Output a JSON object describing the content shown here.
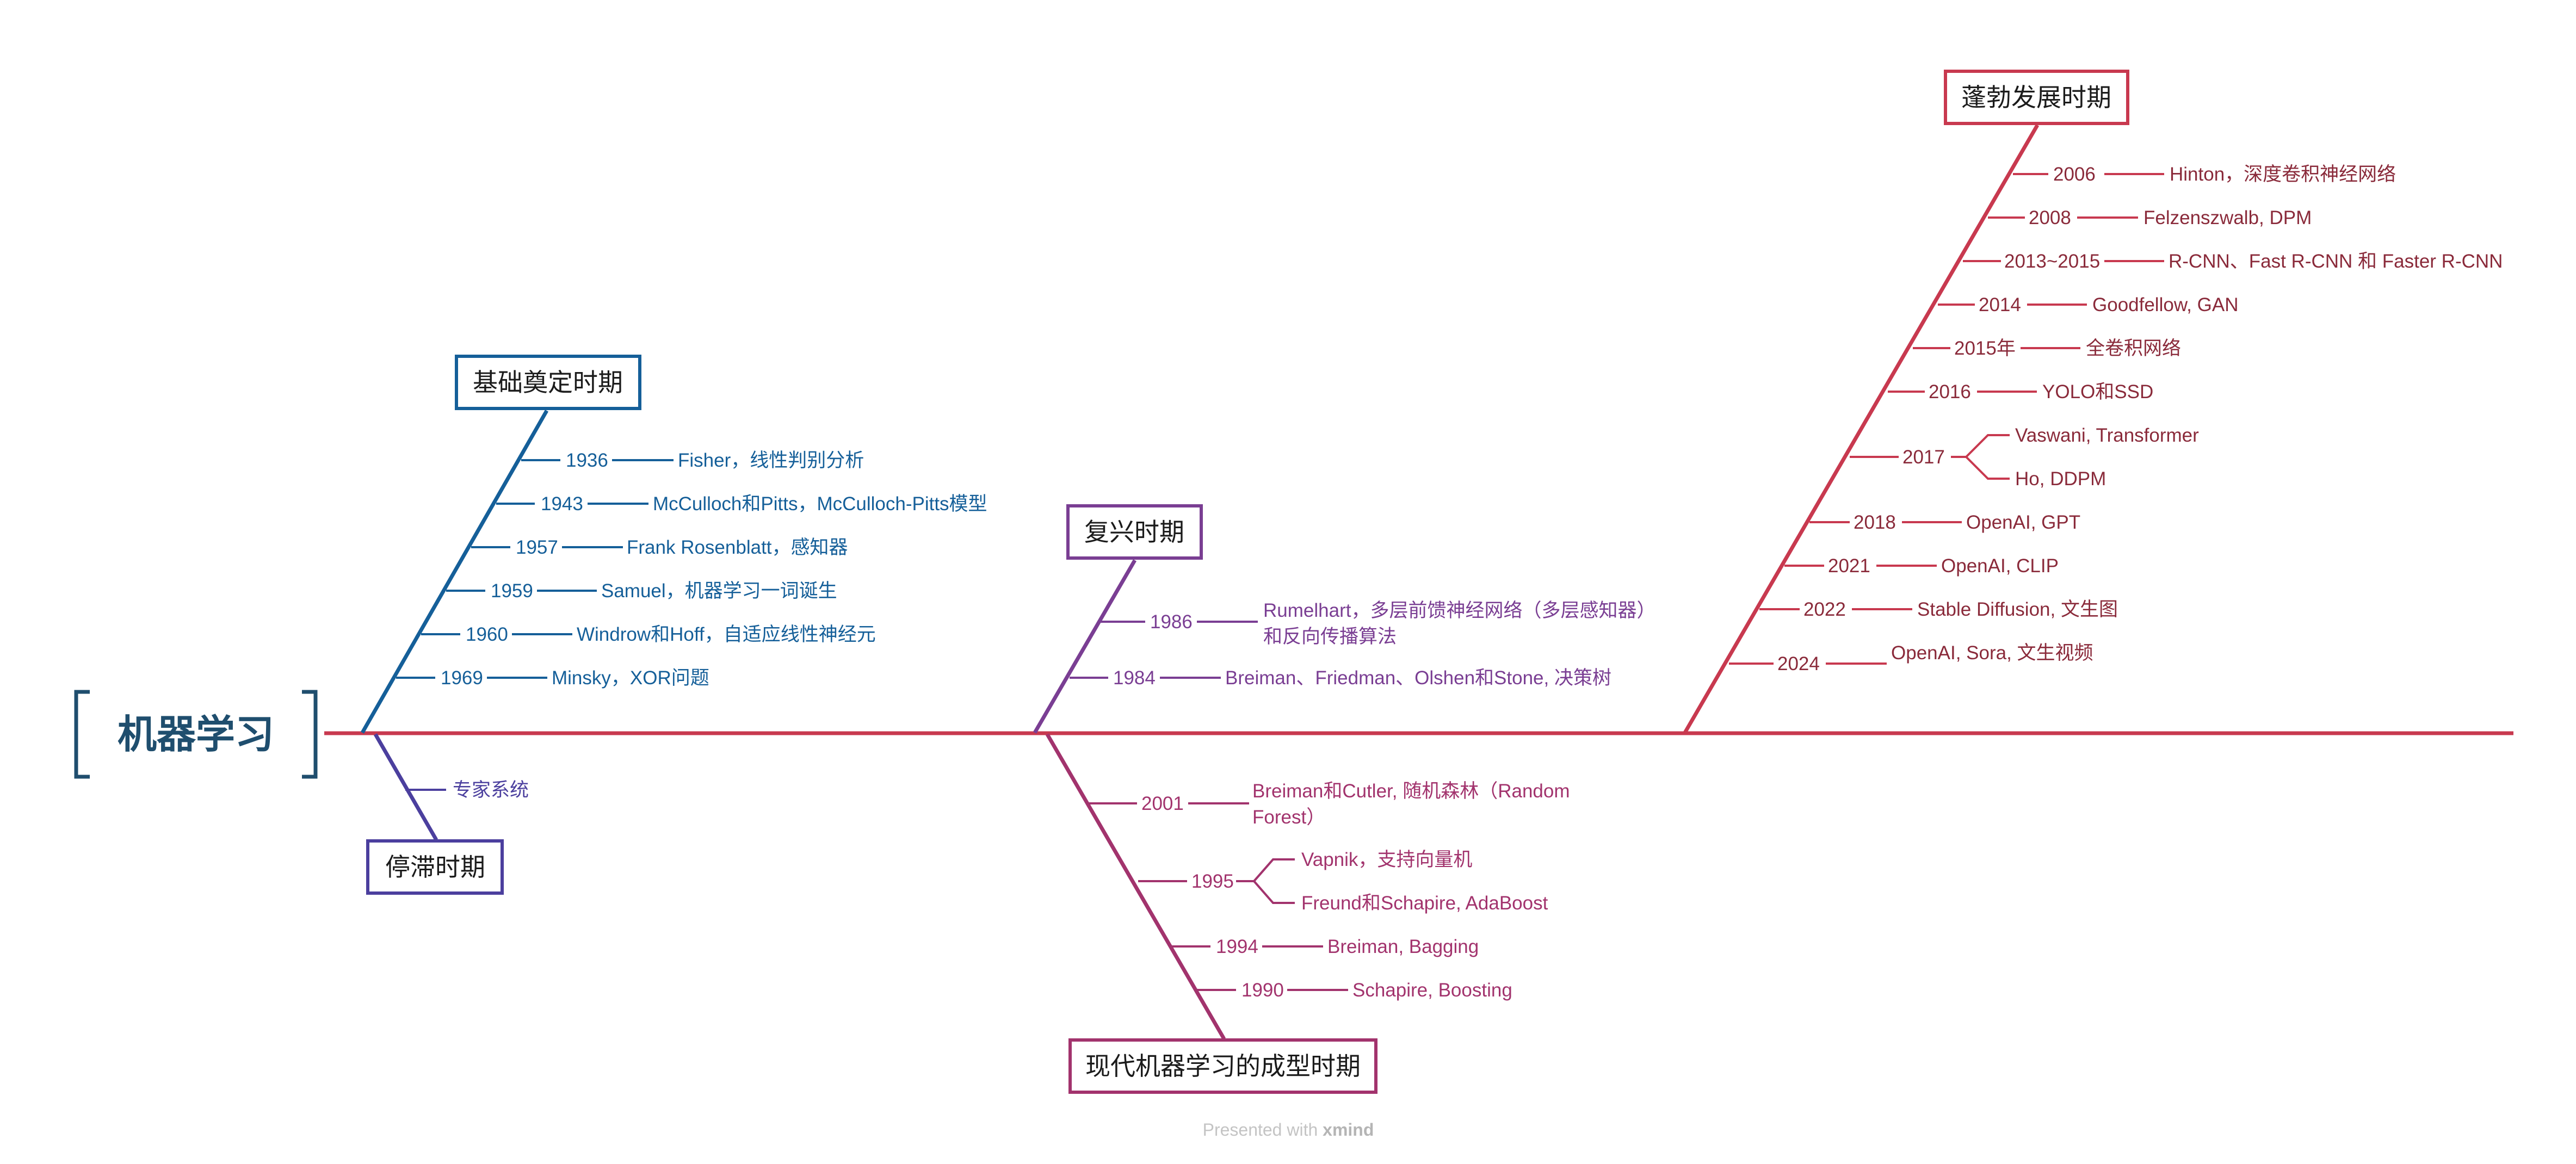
{
  "root": {
    "label": "机器学习",
    "color": "#1f4e6e"
  },
  "spine_color": "#c8394f",
  "branches": {
    "foundation": {
      "title": "基础奠定时期",
      "color": "#155f99",
      "items": [
        {
          "year": "1936",
          "text": "Fisher，线性判别分析"
        },
        {
          "year": "1943",
          "text": "McCulloch和Pitts，McCulloch-Pitts模型"
        },
        {
          "year": "1957",
          "text": "Frank Rosenblatt，感知器"
        },
        {
          "year": "1959",
          "text": "Samuel，机器学习一词诞生"
        },
        {
          "year": "1960",
          "text": "Windrow和Hoff，自适应线性神经元"
        },
        {
          "year": "1969",
          "text": "Minsky，XOR问题"
        }
      ]
    },
    "stagnation": {
      "title": "停滞时期",
      "color": "#4b3f9e",
      "items": [
        {
          "text": "专家系统"
        }
      ]
    },
    "revival": {
      "title": "复兴时期",
      "color": "#7a3e93",
      "items": [
        {
          "year": "1986",
          "text_line1": "Rumelhart，多层前馈神经网络（多层感知器）",
          "text_line2": "和反向传播算法"
        },
        {
          "year": "1984",
          "text": "Breiman、Friedman、Olshen和Stone, 决策树"
        }
      ]
    },
    "modern": {
      "title": "现代机器学习的成型时期",
      "color": "#a2336d",
      "items": [
        {
          "year": "2001",
          "text_line1": "Breiman和Cutler, 随机森林（Random",
          "text_line2": "Forest）"
        },
        {
          "year": "1995",
          "sub": [
            "Vapnik，支持向量机",
            "Freund和Schapire, AdaBoost"
          ]
        },
        {
          "year": "1994",
          "text": "Breiman, Bagging"
        },
        {
          "year": "1990",
          "text": "Schapire, Boosting"
        }
      ]
    },
    "boom": {
      "title": "蓬勃发展时期",
      "color": "#c8394f",
      "items": [
        {
          "year": "2006",
          "text": "Hinton，深度卷积神经网络"
        },
        {
          "year": "2008",
          "text": "Felzenszwalb, DPM"
        },
        {
          "year": "2013~2015",
          "text": "R-CNN、Fast R-CNN 和 Faster R-CNN"
        },
        {
          "year": "2014",
          "text": "Goodfellow, GAN"
        },
        {
          "year": "2015年",
          "text": "全卷积网络"
        },
        {
          "year": "2016",
          "text": "YOLO和SSD"
        },
        {
          "year": "2017",
          "sub": [
            "Vaswani, Transformer",
            "Ho, DDPM"
          ]
        },
        {
          "year": "2018",
          "text": "OpenAI, GPT"
        },
        {
          "year": "2021",
          "text": "OpenAI, CLIP"
        },
        {
          "year": "2022",
          "text": "Stable Diffusion, 文生图"
        },
        {
          "year": "2024",
          "text": "OpenAI, Sora, 文生视频"
        }
      ]
    }
  },
  "footer": {
    "prefix": "Presented with ",
    "brand": "xmind"
  }
}
